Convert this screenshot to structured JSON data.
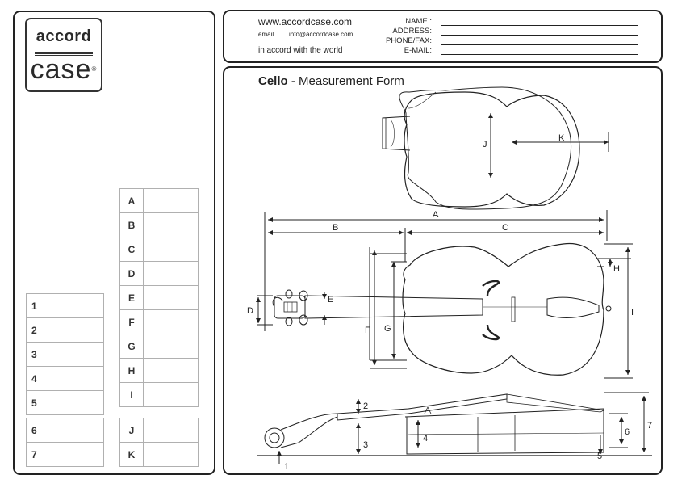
{
  "logo": {
    "word_top": "accord",
    "word_bottom": "case",
    "mark": "®"
  },
  "header": {
    "website": "www.accordcase.com",
    "email_label": "email.",
    "email": "info@accordcase.com",
    "tagline": "in accord with the world",
    "fields": [
      {
        "label": "NAME :"
      },
      {
        "label": "ADDRESS:"
      },
      {
        "label": "PHONE/FAX:"
      },
      {
        "label": "E-MAIL:"
      }
    ]
  },
  "form": {
    "title_bold": "Cello",
    "title_rest": " - Measurement Form"
  },
  "letter_fields": [
    "A",
    "B",
    "C",
    "D",
    "E",
    "F",
    "G",
    "H",
    "I",
    "J",
    "K"
  ],
  "number_fields": [
    "1",
    "2",
    "3",
    "4",
    "5",
    "6",
    "7"
  ],
  "diagram_labels": {
    "A": "A",
    "B": "B",
    "C": "C",
    "D": "D",
    "E": "E",
    "F": "F",
    "G": "G",
    "H": "H",
    "I": "I",
    "J": "J",
    "K": "K",
    "n1": "1",
    "n2": "2",
    "n3": "3",
    "n4": "4",
    "n5": "5",
    "n6": "6",
    "n7": "7"
  }
}
